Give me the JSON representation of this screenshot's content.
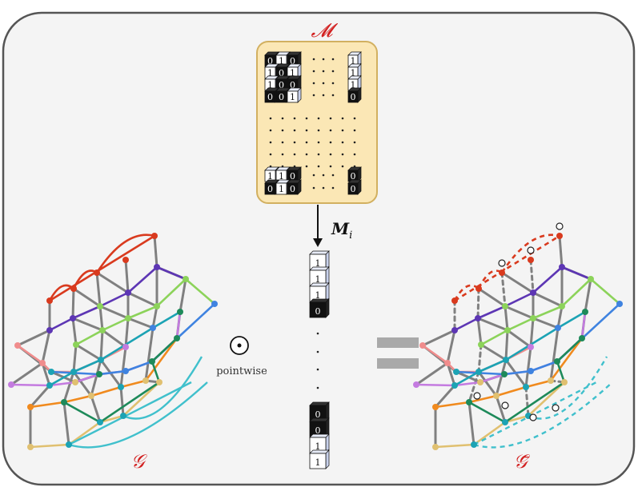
{
  "labels": {
    "mask_set": "𝓜",
    "mask_vector": "M",
    "mask_sub": "i",
    "graph_in": "𝒢",
    "graph_out": "𝒢̄",
    "operator_symbol": "⊙",
    "operator_text": "pointwise"
  },
  "matrix_top_left_bits": [
    [
      "0",
      "1",
      "0"
    ],
    [
      "1",
      "0",
      "1"
    ],
    [
      "1",
      "0",
      "0"
    ],
    [
      "0",
      "0",
      "1"
    ]
  ],
  "matrix_top_right_bits": [
    "1",
    "1",
    "1",
    "0"
  ],
  "matrix_bottom_left_bits": [
    [
      "1",
      "1",
      "0"
    ],
    [
      "0",
      "1",
      "0"
    ]
  ],
  "matrix_bottom_right_bits": [
    "0",
    "0"
  ],
  "vector_top_bits": [
    "1",
    "1",
    "1",
    "0"
  ],
  "vector_bottom_bits": [
    "0",
    "0",
    "1",
    "1"
  ],
  "colors": {
    "frame_stroke": "#555555",
    "frame_fill": "#f4f4f4",
    "matrix_fill": "#fbe7b5",
    "matrix_stroke": "#d2b060",
    "label_red": "#d22020",
    "cube_dark": "#111111",
    "cube_light": "#ffffff",
    "cube_side": "#c7d0ea",
    "edge_gray": "#808080",
    "red": "#d93a1e",
    "purple": "#5d36b4",
    "green": "#8cd35a",
    "blue": "#3f83e0",
    "pink": "#f08c8c",
    "violet": "#c47be0",
    "teal": "#1ca3b4",
    "darkgreen": "#1e8a5a",
    "orange": "#f08a1e",
    "sand": "#e0c070",
    "cyan": "#40c0cc"
  }
}
